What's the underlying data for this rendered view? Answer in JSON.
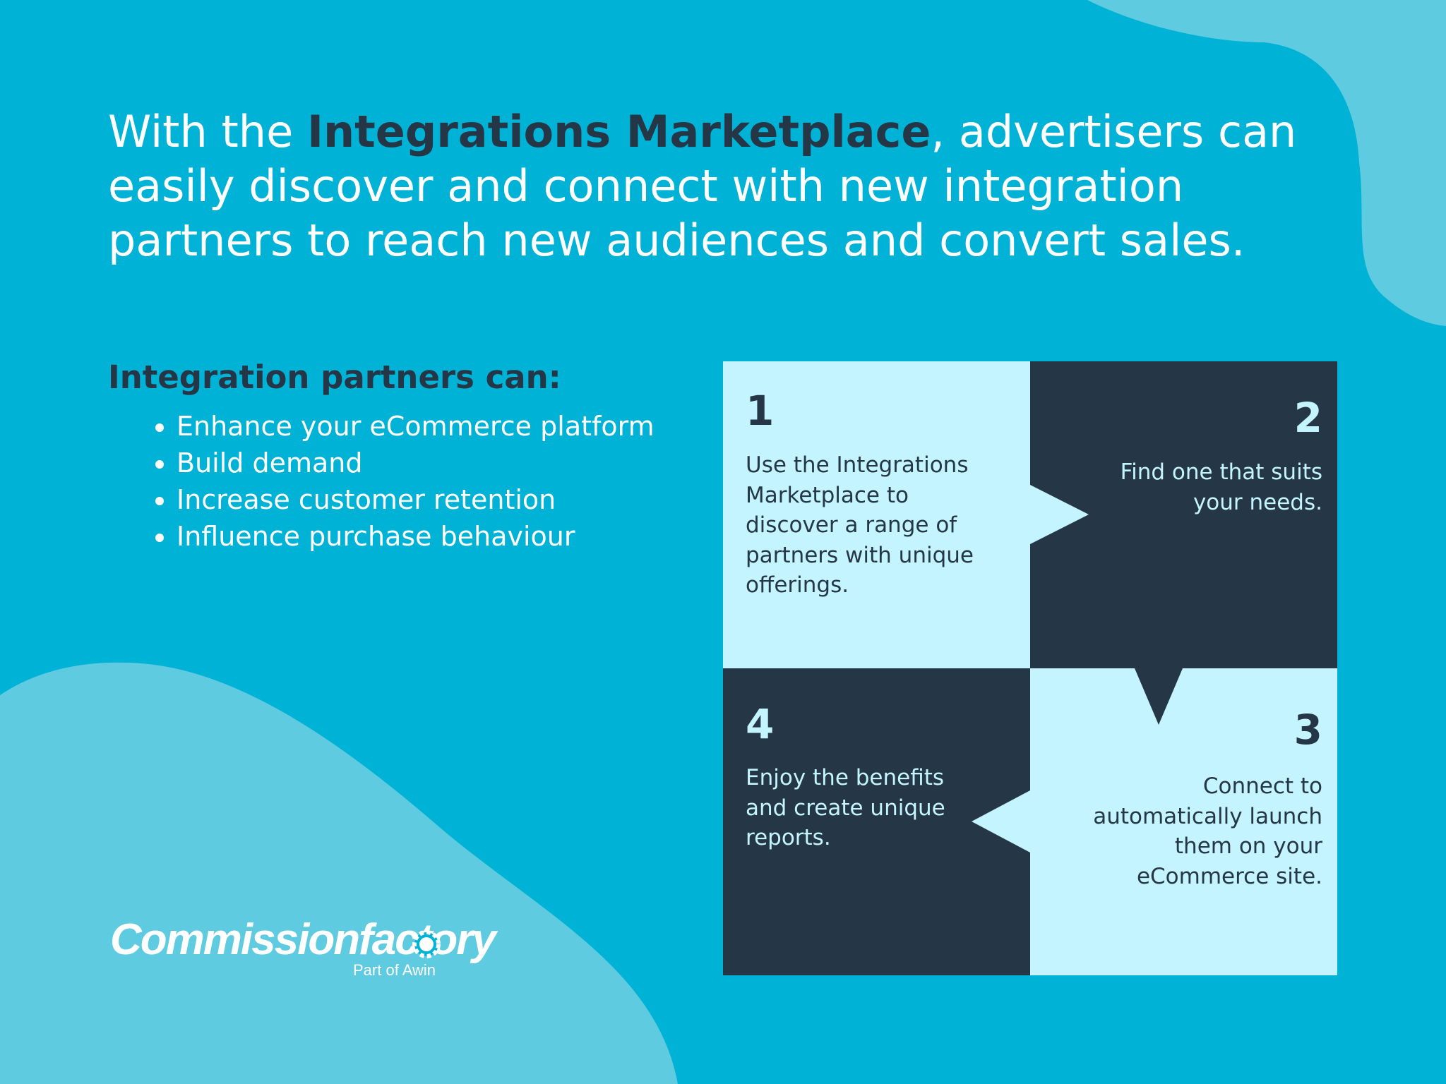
{
  "headline": {
    "prefix": "With the",
    "highlight": "Integrations Marketplace",
    "suffix": ", advertisers can easily discover and connect with new integration partners to reach new audiences and convert sales."
  },
  "partners": {
    "title": "Integration partners can:",
    "items": [
      "Enhance your eCommerce platform",
      "Build demand",
      "Increase customer retention",
      "Influence purchase behaviour"
    ]
  },
  "steps": [
    {
      "number": "1",
      "text": "Use the Integrations Marketplace to discover a range of partners with unique offerings."
    },
    {
      "number": "2",
      "text": "Find one that suits your needs."
    },
    {
      "number": "3",
      "text": "Connect to automatically launch them on your eCommerce site."
    },
    {
      "number": "4",
      "text": "Enjoy the benefits and create unique reports."
    }
  ],
  "brand": {
    "name": "Commissionfactory",
    "subtitle": "Part of Awin"
  },
  "colors": {
    "background": "#00b2d6",
    "blob": "#5ecbe0",
    "dark": "#253746",
    "light": "#c3f4ff",
    "white": "#ffffff"
  }
}
